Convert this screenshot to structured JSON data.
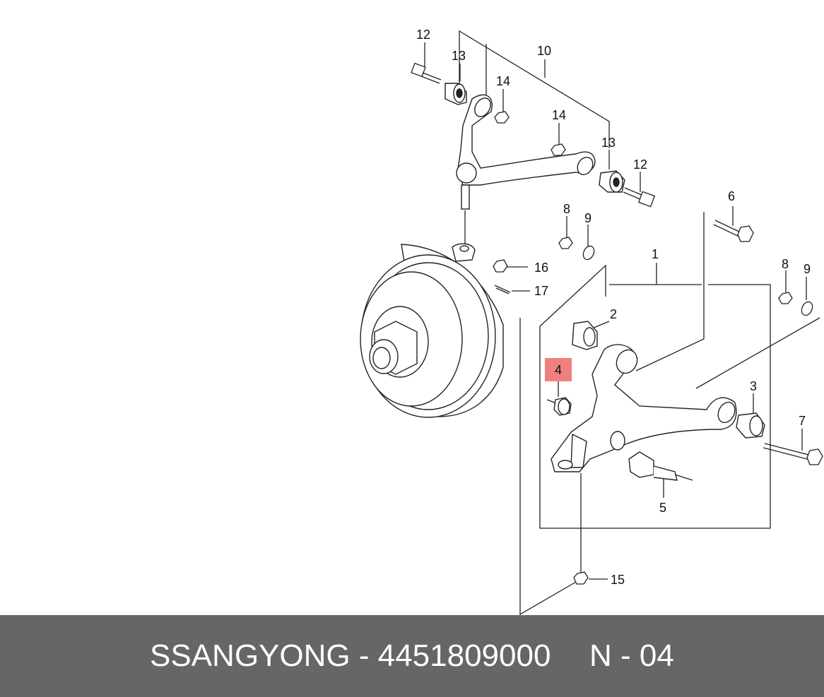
{
  "footer": {
    "brand_part": "SSANGYONG - 4451809000",
    "page_code": "N - 04"
  },
  "callouts": {
    "c1": "1",
    "c2": "2",
    "c3": "3",
    "c4": "4",
    "c5": "5",
    "c6": "6",
    "c7": "7",
    "c8a": "8",
    "c8b": "8",
    "c9a": "9",
    "c9b": "9",
    "c10": "10",
    "c12a": "12",
    "c12b": "12",
    "c13a": "13",
    "c13b": "13",
    "c14a": "14",
    "c14b": "14",
    "c15": "15",
    "c16": "16",
    "c17": "17"
  },
  "colors": {
    "highlight": "#f08080",
    "footer_bg": "#666666",
    "footer_text": "#ffffff",
    "line": "#222222"
  }
}
